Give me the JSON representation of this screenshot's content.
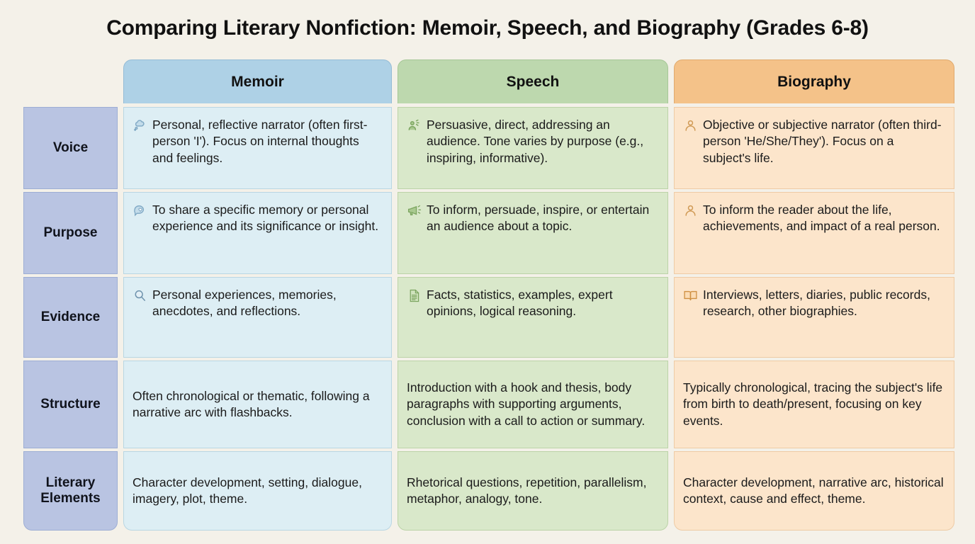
{
  "title": "Comparing Literary Nonfiction: Memoir, Speech, and Biography (Grades 6-8)",
  "colors": {
    "background": "#f4f1e9",
    "memoir_header": "#aed1e6",
    "speech_header": "#bdd8ae",
    "biography_header": "#f4c289",
    "memoir_cell": "#ddeef4",
    "speech_cell": "#d9e8ca",
    "biography_cell": "#fce5cb",
    "row_label": "#b9c4e2",
    "text": "#1b1b1b"
  },
  "columns": [
    {
      "id": "memoir",
      "label": "Memoir"
    },
    {
      "id": "speech",
      "label": "Speech"
    },
    {
      "id": "biography",
      "label": "Biography"
    }
  ],
  "rows": [
    {
      "id": "voice",
      "label": "Voice",
      "memoir": {
        "icon": "thought-bubble-icon",
        "text": "Personal, reflective narrator (often first-person 'I'). Focus on internal thoughts and feelings."
      },
      "speech": {
        "icon": "speaking-person-icon",
        "text": "Persuasive, direct, addressing an audience. Tone varies by purpose (e.g., inspiring, informative)."
      },
      "biography": {
        "icon": "person-icon",
        "text": "Objective or subjective narrator (often third-person 'He/She/They'). Focus on a subject's life."
      }
    },
    {
      "id": "purpose",
      "label": "Purpose",
      "memoir": {
        "icon": "speech-bubble-heart-icon",
        "text": "To share a specific memory or personal experience and its significance or insight."
      },
      "speech": {
        "icon": "megaphone-icon",
        "text": "To inform, persuade, inspire, or entertain an audience about a topic."
      },
      "biography": {
        "icon": "person-icon",
        "text": "To inform the reader about the life, achievements, and impact of a real person."
      }
    },
    {
      "id": "evidence",
      "label": "Evidence",
      "memoir": {
        "icon": "magnifying-glass-icon",
        "text": "Personal experiences, memories, anecdotes, and reflections."
      },
      "speech": {
        "icon": "document-icon",
        "text": "Facts, statistics, examples, expert opinions, logical reasoning."
      },
      "biography": {
        "icon": "open-book-icon",
        "text": "Interviews, letters, diaries, public records, research, other biographies."
      }
    },
    {
      "id": "structure",
      "label": "Structure",
      "memoir": {
        "icon": "",
        "text": "Often chronological or thematic, following a narrative arc with flashbacks."
      },
      "speech": {
        "icon": "",
        "text": "Introduction with a hook and thesis, body paragraphs with supporting arguments, conclusion with a call to action or summary."
      },
      "biography": {
        "icon": "",
        "text": "Typically chronological, tracing the subject's life from birth to death/present, focusing on key events."
      }
    },
    {
      "id": "literary",
      "label": "Literary Elements",
      "memoir": {
        "icon": "",
        "text": "Character development, setting, dialogue, imagery, plot, theme."
      },
      "speech": {
        "icon": "",
        "text": "Rhetorical questions, repetition, parallelism, metaphor, analogy, tone."
      },
      "biography": {
        "icon": "",
        "text": "Character development, narrative arc, historical context, cause and effect, theme."
      }
    }
  ]
}
